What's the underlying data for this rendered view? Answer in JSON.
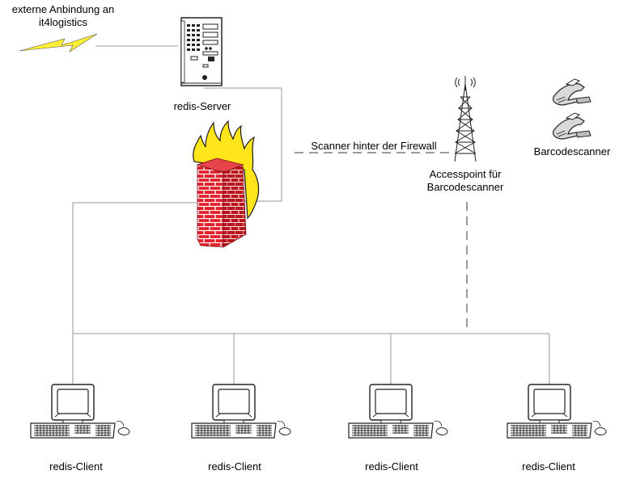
{
  "external": {
    "line1": "externe Anbindung an",
    "line2": "it4logistics"
  },
  "server": {
    "label": "redis-Server"
  },
  "scanner_link": {
    "label": "Scanner hinter der Firewall"
  },
  "accesspoint": {
    "line1": "Accesspoint  für",
    "line2": "Barcodescanner"
  },
  "barcodescanner": {
    "label": "Barcodescanner"
  },
  "clients": [
    {
      "label": "redis-Client"
    },
    {
      "label": "redis-Client"
    },
    {
      "label": "redis-Client"
    },
    {
      "label": "redis-Client"
    }
  ],
  "colors": {
    "line": "#9a9a9a",
    "dash": "#7a7a7a",
    "brick": "#e0202a",
    "brick_shade": "#a8141c",
    "mortar": "#ffffff",
    "flame": "#ffe51a",
    "flame_edge": "#1a1a1a",
    "bolt": "#ffee33"
  }
}
